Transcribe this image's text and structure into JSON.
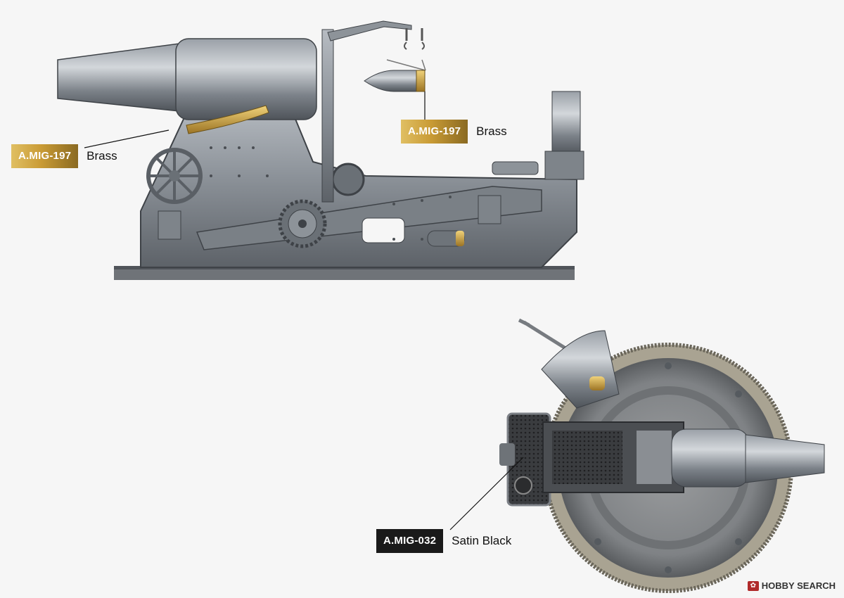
{
  "callouts": {
    "side_barrel_ring": {
      "code": "A.MIG-197",
      "color_name": "Brass"
    },
    "side_shell": {
      "code": "A.MIG-197",
      "color_name": "Brass"
    },
    "top_breech": {
      "code": "A.MIG-032",
      "color_name": "Satin Black"
    }
  },
  "colors": {
    "brass": "#c99b35",
    "satin_black": "#1a1a1a",
    "steel": "#8e949b"
  },
  "watermark": {
    "text": "HOBBY SEARCH"
  }
}
